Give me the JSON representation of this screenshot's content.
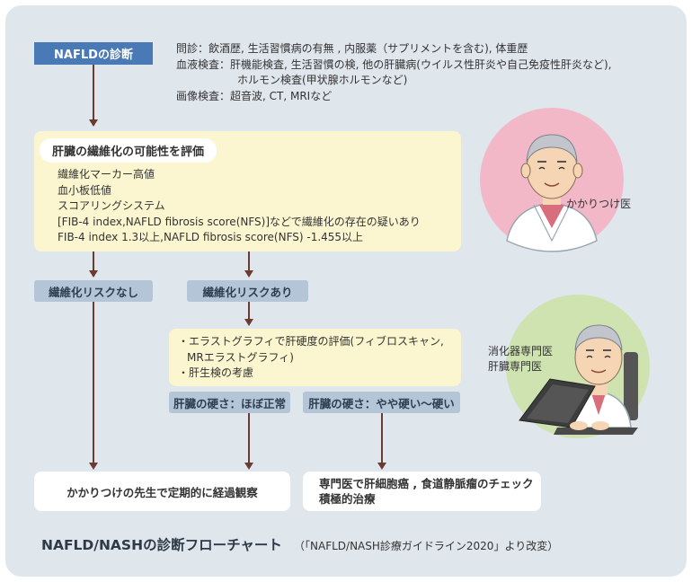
{
  "title": "NAFLD/NASHの診断フローチャート",
  "source_note": "（「NAFLD/NASH診療ガイドライン2020」より改変）",
  "step1": {
    "label": "NAFLDの診断",
    "lines": [
      "問診：飲酒歴, 生活習慣病の有無 , 内服薬（サプリメントを含む), 体重歴",
      "血液検査：肝機能検査, 生活習慣の検, 他の肝臓病(ウイルス性肝炎や自己免疫性肝炎など),",
      "ホルモン検査(甲状腺ホルモンなど)",
      "画像検査：超音波, CT, MRIなど"
    ]
  },
  "step2": {
    "title": "肝臓の繊維化の可能性を評価",
    "lines": [
      "繊維化マーカー高値",
      "血小板低値",
      "スコアリングシステム",
      "[FIB-4 index,NAFLD fibrosis score(NFS)]などで繊維化の存在の疑いあり",
      "FIB-4 index 1.3以上,NAFLD fibrosis score(NFS) -1.455以上"
    ]
  },
  "branch": {
    "no_risk": "繊維化リスクなし",
    "risk": "繊維化リスクあり"
  },
  "step3": {
    "lines": [
      "・エラストグラフィで肝硬度の評価(フィブロスキャン,",
      "MRエラストグラフィ)",
      "・肝生検の考慮"
    ]
  },
  "hardness": {
    "normal": "肝臓の硬さ：ほぼ正常",
    "hard": "肝臓の硬さ：やや硬い〜硬い"
  },
  "outcome": {
    "observe": "かかりつけの先生で定期的に経過観察",
    "specialist_line1": "専門医で肝細胞癌 , 食道静脈瘤のチェック",
    "specialist_line2": "積極的治療"
  },
  "roles": {
    "gp": "かかりつけ医",
    "specialist_line1": "消化器専門医",
    "specialist_line2": "肝臓専門医"
  },
  "colors": {
    "panel": "#dfe6ec",
    "blue_step": "#4a7ab5",
    "gray_step": "#b3c5d6",
    "yellow_box": "#fbf6cf",
    "arrow": "#6b3a32",
    "gp_circle": "#f2b8c8",
    "specialist_circle": "#cfe3b0"
  }
}
